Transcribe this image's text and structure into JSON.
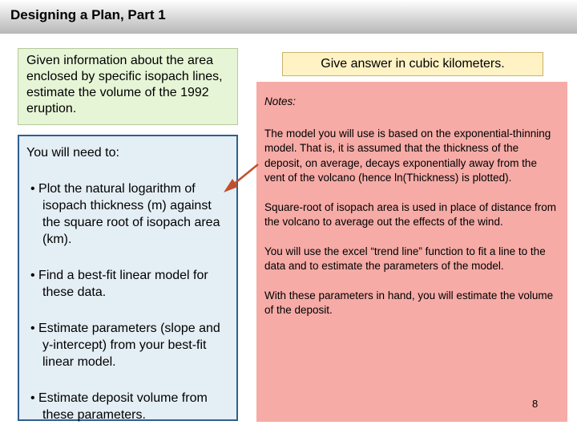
{
  "slide": {
    "title": "Designing a Plan, Part 1",
    "page_number": "8"
  },
  "given": {
    "text": "Given information about the area enclosed by specific isopach lines,  estimate the volume of the 1992 eruption."
  },
  "left_box": {
    "intro": "You will need to:",
    "bullets": [
      "Plot the natural logarithm of isopach thickness (m) against the square root of isopach area (km).",
      "Find a best-fit linear model for these data.",
      "Estimate parameters (slope and y-intercept) from your best-fit linear model.",
      "Estimate deposit volume from these parameters."
    ]
  },
  "answer_box": {
    "text": "Give answer in cubic kilometers."
  },
  "notes": {
    "label": "Notes:",
    "paragraphs": [
      "The model you will use is based on the exponential-thinning model.  That is, it is assumed that the thickness of the deposit, on average, decays exponentially away from the vent of the volcano (hence ln(Thickness) is plotted).",
      "Square-root of isopach area is used in place of distance from the volcano to average out the effects of the wind.",
      "You will use the excel “trend line” function to fit a line to the data and to estimate the parameters of the model.",
      "With these parameters in hand, you will estimate the volume of the deposit."
    ]
  },
  "colors": {
    "given_bg": "#e6f5d6",
    "left_bg": "#e4eef5",
    "left_border": "#2e5f8f",
    "answer_bg": "#fff2c4",
    "notes_bg": "#f6aba6",
    "arrow": "#c0502c"
  }
}
